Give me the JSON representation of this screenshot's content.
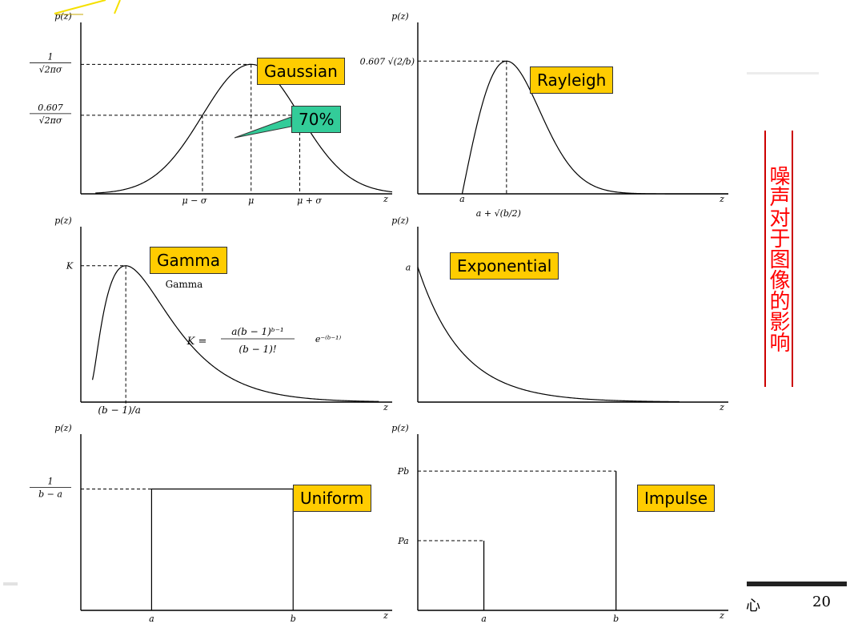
{
  "slide": {
    "side_caption": "噪声对于图像的影响",
    "page_number": "20",
    "footer_glyph": "心",
    "caption_color": "#ff0000",
    "callout_color": "#ffcc00",
    "highlight_color": "#33cc99"
  },
  "chart_data": [
    {
      "type": "line",
      "name": "Gaussian",
      "label": "Gaussian",
      "y_axis_label": "p(z)",
      "x_axis_label": "z",
      "y_ticks": [
        "1/√(2π)σ",
        "0.607/√(2π)σ"
      ],
      "x_ticks": [
        "μ − σ",
        "μ",
        "μ + σ"
      ],
      "annotation": "70%",
      "params": {
        "mu": 0,
        "sigma": 1
      },
      "xlim": [
        -3.5,
        2.9
      ],
      "ylim": [
        0,
        1.2
      ]
    },
    {
      "type": "line",
      "name": "Rayleigh",
      "label": "Rayleigh",
      "y_axis_label": "p(z)",
      "x_axis_label": "z",
      "y_ticks": [
        "0.607 √(2/b)"
      ],
      "x_ticks": [
        "a"
      ],
      "x_sub_ticks": [
        "a + √(b/2)"
      ],
      "params": {
        "a": 0,
        "b": 2
      },
      "xlim": [
        -1,
        6
      ],
      "ylim": [
        0,
        0.71
      ]
    },
    {
      "type": "line",
      "name": "Gamma",
      "label": "Gamma",
      "sub_label": "Gamma",
      "y_axis_label": "p(z)",
      "x_axis_label": "z",
      "y_ticks": [
        "K"
      ],
      "x_ticks": [
        "(b − 1)/a"
      ],
      "formula_lhs": "K =",
      "formula_num": "a(b − 1)ᵇ⁻¹",
      "formula_den": "(b − 1)!",
      "formula_exp": "e⁻⁽ᵇ⁻¹⁾",
      "params": {
        "a": 1,
        "b": 2
      },
      "xlim": [
        -0.35,
        9
      ],
      "ylim": [
        0,
        0.43
      ]
    },
    {
      "type": "line",
      "name": "Exponential",
      "label": "Exponential",
      "y_axis_label": "p(z)",
      "x_axis_label": "z",
      "y_ticks": [
        "a"
      ],
      "params": {
        "a": 1
      },
      "xlim": [
        0,
        7
      ],
      "ylim": [
        0,
        1.18
      ]
    },
    {
      "type": "line",
      "name": "Uniform",
      "label": "Uniform",
      "y_axis_label": "p(z)",
      "x_axis_label": "z",
      "y_ticks": [
        "1/(b − a)"
      ],
      "x_ticks": [
        "a",
        "b"
      ],
      "params": {
        "a": 1,
        "b": 3
      },
      "xlim": [
        0,
        4.4
      ],
      "ylim": [
        0,
        0.66
      ]
    },
    {
      "type": "line",
      "name": "Impulse",
      "label": "Impulse",
      "y_axis_label": "p(z)",
      "x_axis_label": "z",
      "y_ticks": [
        "Pb",
        "Pa"
      ],
      "x_ticks": [
        "a",
        "b"
      ],
      "params": {
        "a": 1,
        "b": 3,
        "Pa": 0.5,
        "Pb": 1.0
      },
      "xlim": [
        0,
        4.7
      ],
      "ylim": [
        0,
        1.15
      ]
    }
  ]
}
